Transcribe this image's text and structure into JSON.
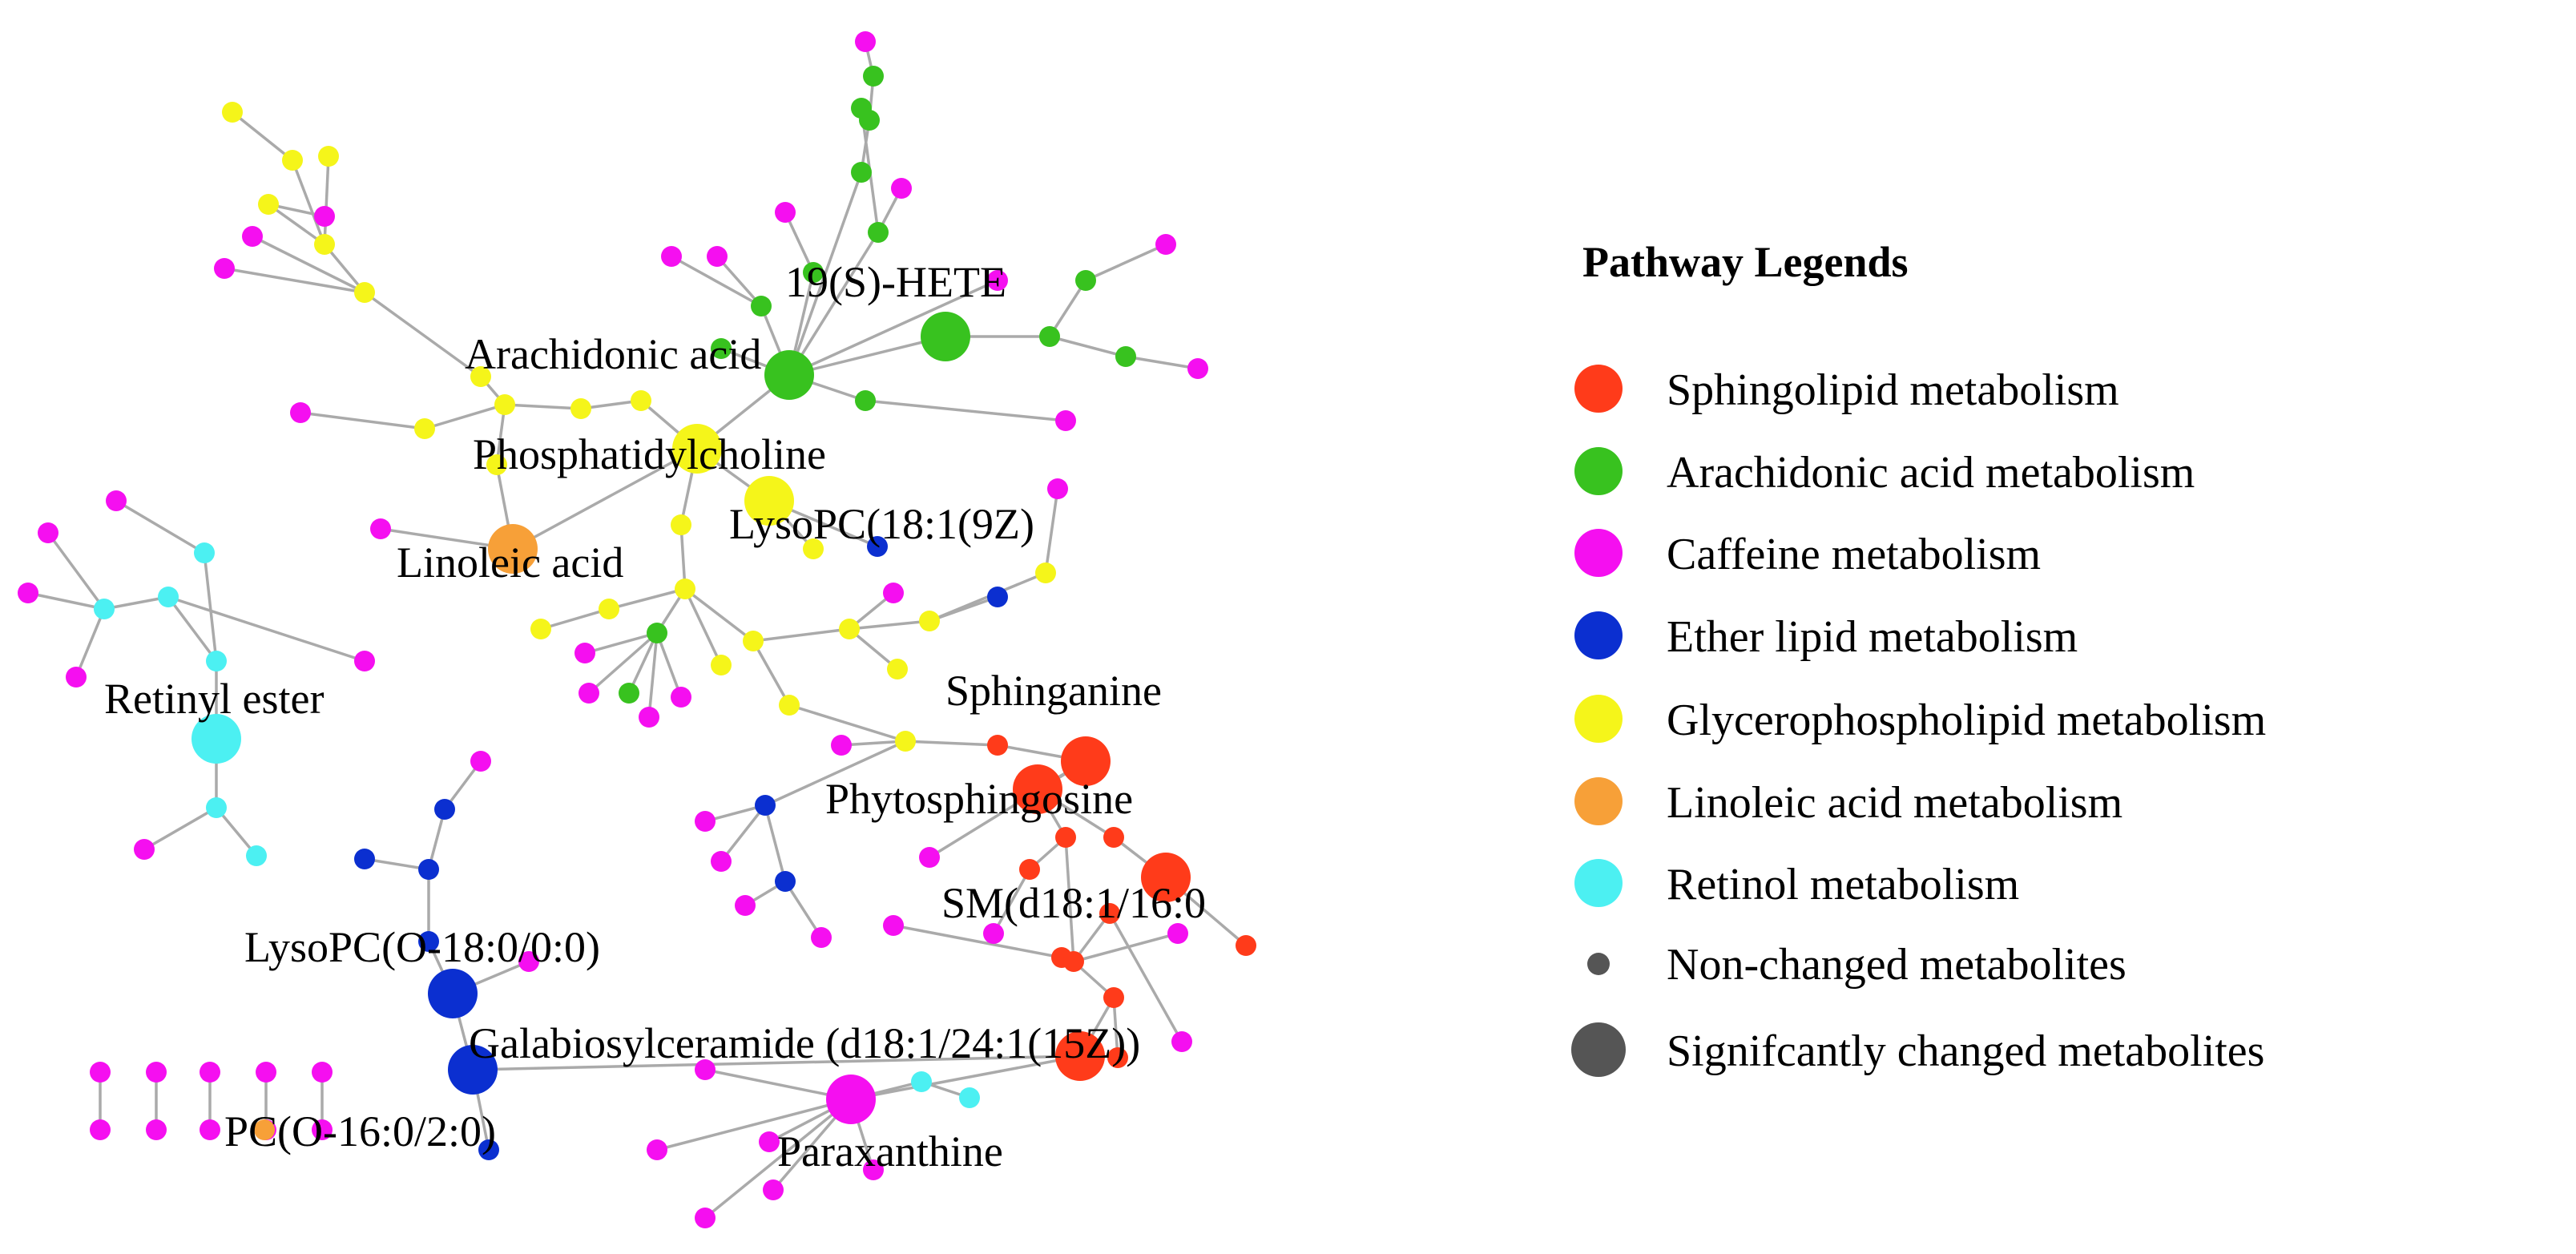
{
  "colors": {
    "sphingolipid": "#ff3b1a",
    "arachidonic": "#38c21f",
    "caffeine": "#f50ff0",
    "ether": "#0b2fd0",
    "glycero": "#f5f51a",
    "linoleic": "#f7a038",
    "retinol": "#4cf0f2",
    "neutral": "#555555",
    "edge": "#aaaaaa"
  },
  "labels": {
    "hete": "19(S)-HETE",
    "arachidonic": "Arachidonic acid",
    "pc": "Phosphatidylcholine",
    "lysopc": "LysoPC(18:1(9Z)",
    "linoleic": "Linoleic acid",
    "retinyl": "Retinyl ester",
    "sphinganine": "Sphinganine",
    "phyto": "Phytosphingosine",
    "sm": "SM(d18:1/16:0",
    "lysopco": "LysoPC(O-18:0/0:0)",
    "galab": "Galabiosylceramide (d18:1/24:1(15Z))",
    "pco": "PC(O-16:0/2:0)",
    "parax": "Paraxanthine"
  },
  "legend": {
    "title": "Pathway Legends",
    "items": [
      {
        "label": "Sphingolipid metabolism",
        "color": "sphingolipid"
      },
      {
        "label": "Arachidonic acid metabolism",
        "color": "arachidonic"
      },
      {
        "label": "Caffeine metabolism",
        "color": "caffeine"
      },
      {
        "label": "Ether lipid metabolism",
        "color": "ether"
      },
      {
        "label": "Glycerophospholipid metabolism",
        "color": "glycero"
      },
      {
        "label": "Linoleic acid metabolism",
        "color": "linoleic"
      },
      {
        "label": "Retinol metabolism",
        "color": "retinol"
      },
      {
        "label": "Non-changed metabolites",
        "color": "neutral"
      },
      {
        "label": "Signifcantly changed metabolites",
        "color": "neutral"
      }
    ]
  }
}
